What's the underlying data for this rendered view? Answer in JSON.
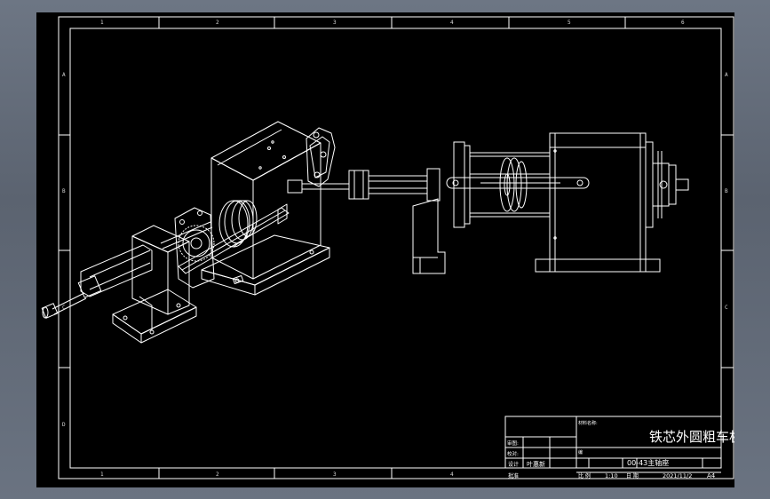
{
  "drawing": {
    "title": "铁芯外圆粗车机",
    "part_name": "00-43主轴座",
    "company": "",
    "scale": "1:10",
    "date": "2021/11/2",
    "sheet_size": "A4",
    "designer": "叶惠新",
    "labels": {
      "material_label": "材料名称:",
      "review_label": "审图:",
      "proofread_label": "校对:",
      "design_label": "设计",
      "approve_label": "批准",
      "scale_label": "比 例",
      "date_label": "日 期",
      "code_label": "编"
    }
  },
  "frame": {
    "column_marks_top": [
      "1",
      "2",
      "3",
      "4",
      "5",
      "6"
    ],
    "column_marks_bottom": [
      "1",
      "2",
      "3",
      "4"
    ],
    "row_marks_left": [
      "A",
      "B",
      "C",
      "D"
    ],
    "row_marks_right": [
      "A",
      "B",
      "C"
    ]
  }
}
